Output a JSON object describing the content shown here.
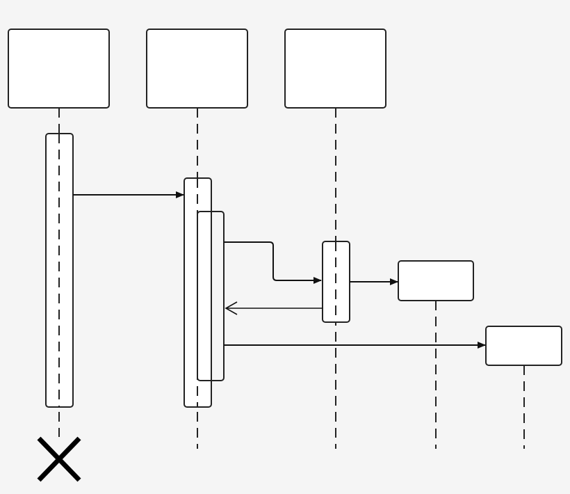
{
  "diagram": {
    "type": "uml-sequence-diagram",
    "participants": [
      {
        "id": "p1",
        "label": "",
        "kind": "object"
      },
      {
        "id": "p2",
        "label": "",
        "kind": "object"
      },
      {
        "id": "p3",
        "label": "",
        "kind": "object"
      },
      {
        "id": "p4",
        "label": "",
        "kind": "created-object"
      },
      {
        "id": "p5",
        "label": "",
        "kind": "created-object"
      }
    ],
    "messages": [
      {
        "from": "p1",
        "to": "p2",
        "label": "",
        "kind": "synchronous"
      },
      {
        "from": "p2",
        "to": "p3",
        "label": "",
        "kind": "synchronous",
        "routing": "orthogonal"
      },
      {
        "from": "p3",
        "to": "p4",
        "label": "",
        "kind": "create"
      },
      {
        "from": "p3",
        "to": "p2",
        "label": "",
        "kind": "return"
      },
      {
        "from": "p2",
        "to": "p5",
        "label": "",
        "kind": "create"
      }
    ],
    "destroyed": [
      "p1"
    ],
    "colors": {
      "background": "#f5f5f5",
      "line": "#222222",
      "box_fill": "#ffffff",
      "destroy_mark": "#000000"
    }
  }
}
